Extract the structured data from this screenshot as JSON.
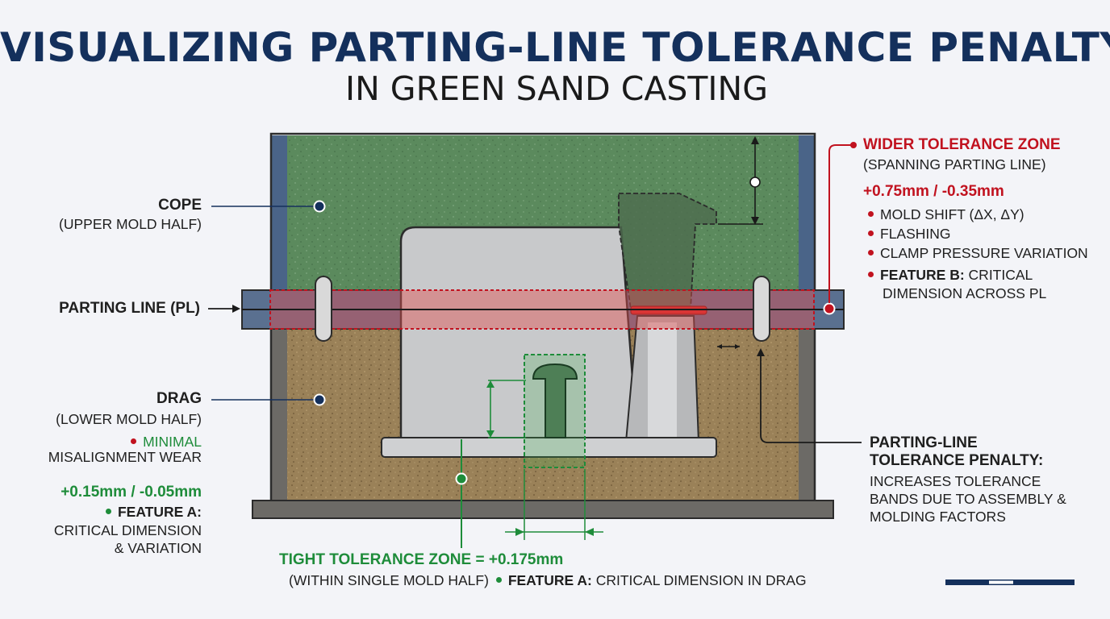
{
  "title": "VISUALIZING PARTING-LINE TOLERANCE PENALTY",
  "subtitle": "IN GREEN SAND CASTING",
  "cope": {
    "label": "COPE",
    "desc": "(UPPER MOLD HALF)"
  },
  "parting_line": {
    "label": "PARTING LINE (PL)"
  },
  "drag": {
    "label": "DRAG",
    "desc": "(LOWER MOLD HALF)",
    "note_highlight": "MINIMAL",
    "note_rest": "MISALIGNMENT WEAR",
    "tolerance": "+0.15mm / -0.05mm",
    "feature_title": "FEATURE A:",
    "feature_line1": "CRITICAL DIMENSION",
    "feature_line2": "& VARIATION"
  },
  "wide_zone": {
    "title": "WIDER TOLERANCE ZONE",
    "subtitle": "(SPANNING PARTING LINE)",
    "tolerance": "+0.75mm / -0.35mm",
    "bullets": [
      "MOLD SHIFT (ΔX, ΔY)",
      "FLASHING",
      "CLAMP PRESSURE VARIATION"
    ],
    "feature_title": "FEATURE B:",
    "feature_line1": "CRITICAL",
    "feature_line2": "DIMENSION ACROSS PL"
  },
  "penalty": {
    "title_line1": "PARTING-LINE",
    "title_line2": "TOLERANCE PENALTY:",
    "desc_line1": "INCREASES TOLERANCE",
    "desc_line2": "BANDS DUE TO ASSEMBLY &",
    "desc_line3": "MOLDING FACTORS"
  },
  "tight_zone": {
    "title": "TIGHT TOLERANCE ZONE = +0.175mm",
    "subtitle": "(WITHIN SINGLE MOLD HALF)",
    "feature_title": "FEATURE A:",
    "feature_rest": "CRITICAL DIMENSION IN DRAG"
  },
  "colors": {
    "title": "#14305c",
    "cope_sand": "#5a8a5c",
    "drag_sand": "#98805a",
    "flask": "#4a6488",
    "accent_red": "#c1121f",
    "accent_green": "#1e8c3a"
  }
}
